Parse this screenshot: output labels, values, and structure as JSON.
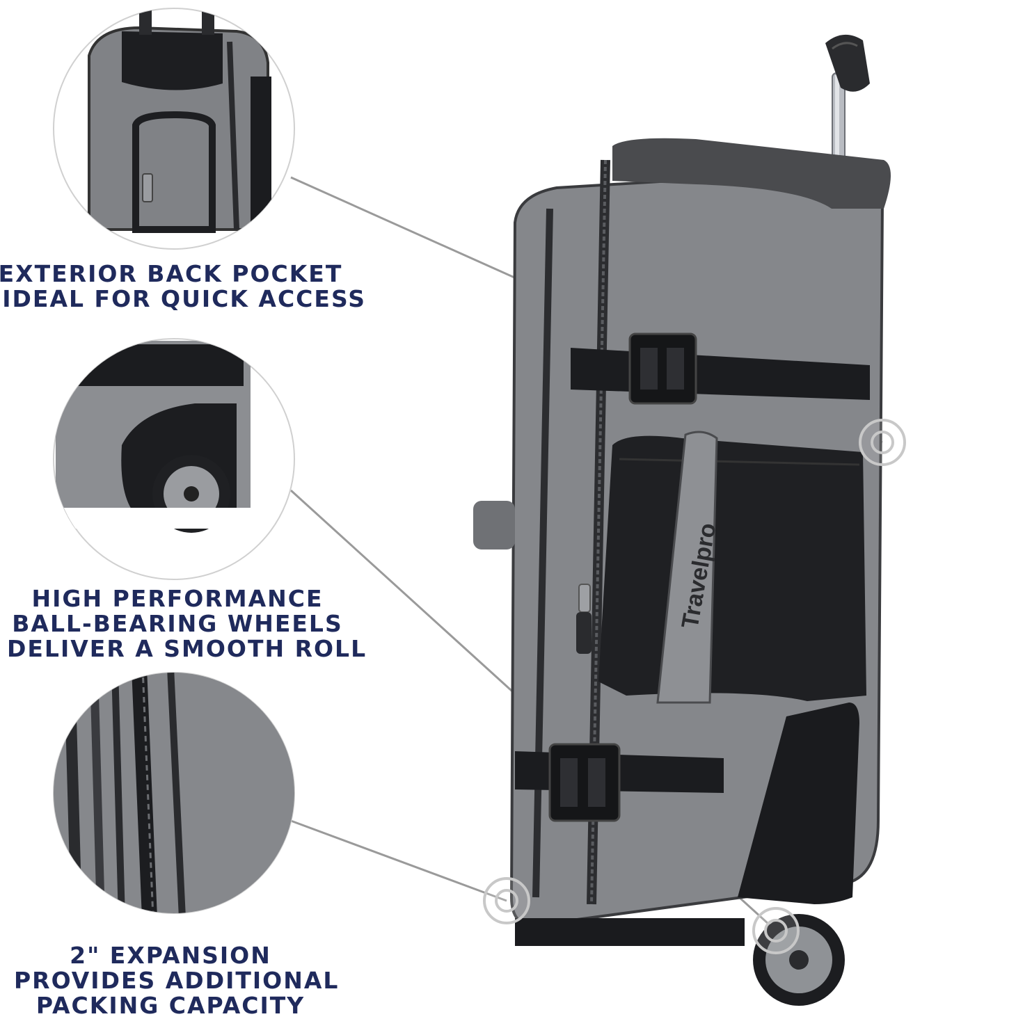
{
  "captions": {
    "back_pocket": {
      "line1": "EXTERIOR BACK POCKET",
      "line2": "S IDEAL FOR QUICK ACCESS"
    },
    "wheels": {
      "line1": "HIGH PERFORMANCE",
      "line2": "BALL-BEARING WHEELS",
      "line3": "DELIVER A SMOOTH ROLL"
    },
    "expansion": {
      "line1": "2\" EXPANSION",
      "line2": "PROVIDES ADDITIONAL",
      "line3": "PACKING CAPACITY"
    }
  },
  "brand_label": "Travelpro",
  "colors": {
    "caption_text": "#1f2a5c",
    "fabric_gray": "#8a8c90",
    "fabric_dark": "#2b2c2f",
    "callout_line": "#9a9a9a"
  }
}
